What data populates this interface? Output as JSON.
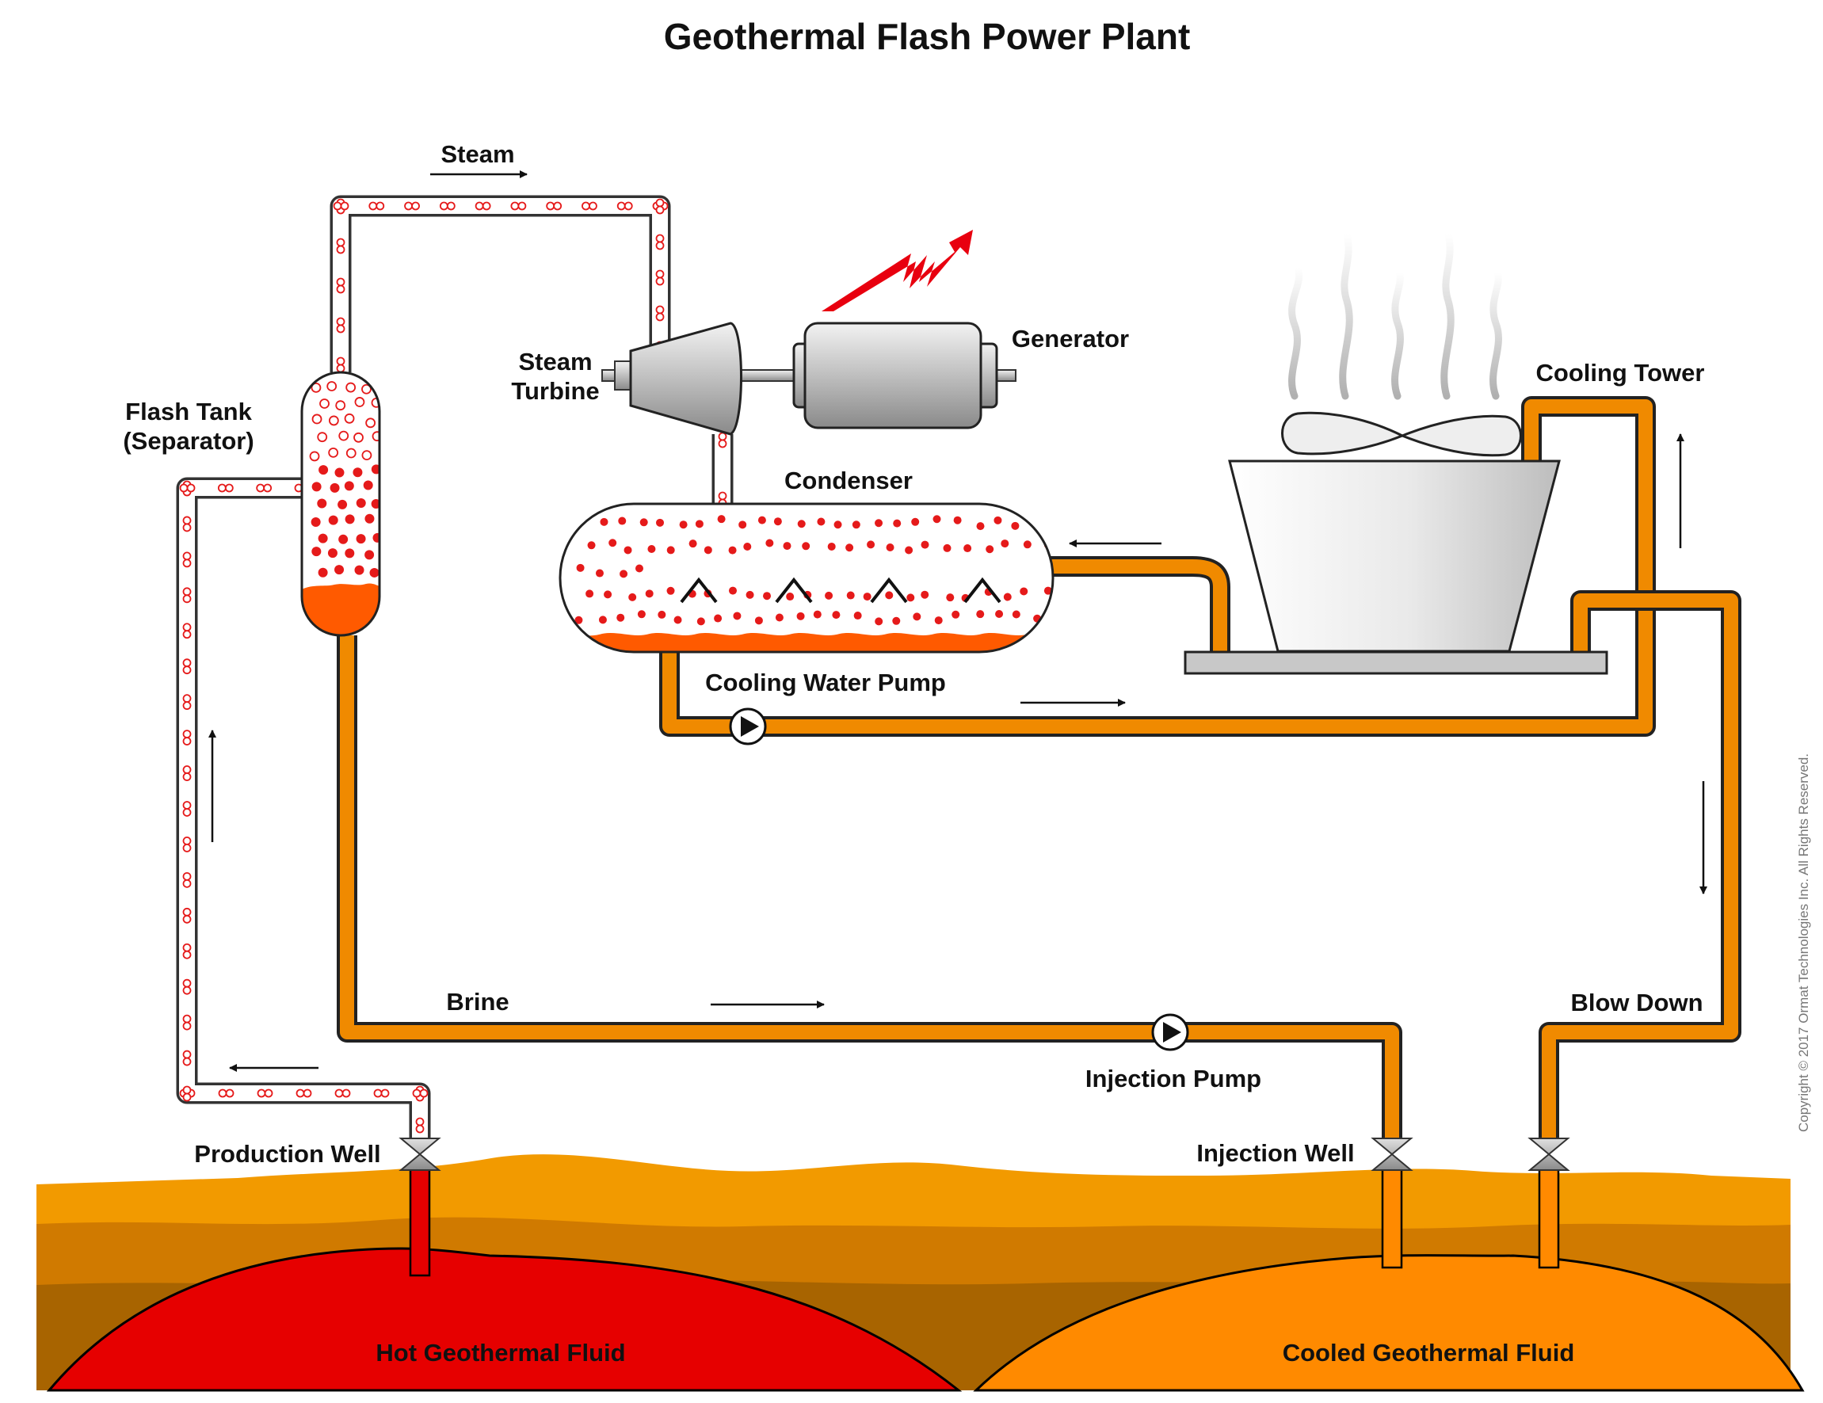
{
  "title": "Geothermal Flash Power Plant",
  "labels": {
    "steam": "Steam",
    "steam_turbine_line1": "Steam",
    "steam_turbine_line2": "Turbine",
    "generator": "Generator",
    "flash_tank_line1": "Flash Tank",
    "flash_tank_line2": "(Separator)",
    "condenser": "Condenser",
    "cooling_tower": "Cooling Tower",
    "cooling_water_pump": "Cooling Water Pump",
    "brine": "Brine",
    "injection_pump": "Injection Pump",
    "blow_down": "Blow Down",
    "production_well": "Production Well",
    "injection_well": "Injection Well",
    "hot_fluid": "Hot Geothermal Fluid",
    "cooled_fluid": "Cooled Geothermal Fluid"
  },
  "copyright": "Copyright © 2017 Ormat Technologies Inc. All Rights Reserved.",
  "colors": {
    "brine_pipe": "#F08A00",
    "pipe_outline": "#333333",
    "steam_bubble": "#E51A1A",
    "hot_fluid": "#E60000",
    "cooled_fluid": "#FF8A00",
    "ground_top": "#F29A00",
    "ground_mid": "#D07A00",
    "ground_deep": "#A86400",
    "lightning": "#E8000F",
    "machine_grey": "#AAAAAA"
  }
}
